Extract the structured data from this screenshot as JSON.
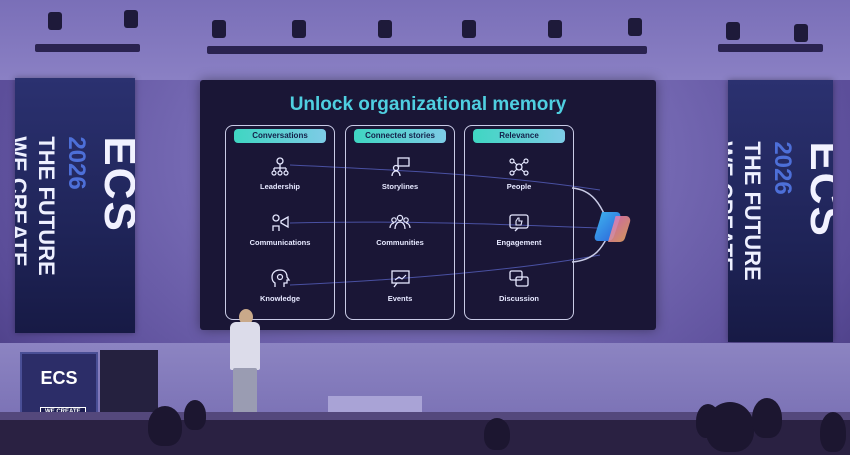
{
  "slide": {
    "title": "Unlock organizational memory",
    "panels": [
      {
        "header": "Conversations",
        "items": [
          "Leadership",
          "Communications",
          "Knowledge"
        ]
      },
      {
        "header": "Connected stories",
        "items": [
          "Storylines",
          "Communities",
          "Events"
        ]
      },
      {
        "header": "Relevance",
        "items": [
          "People",
          "Engagement",
          "Discussion"
        ]
      }
    ]
  },
  "banners": {
    "logo": "ECS",
    "year": "2026",
    "slogan_line1": "THE FUTURE",
    "slogan_line2": "WE CREATE"
  },
  "podium": {
    "logo": "ECS",
    "tag": "WE CREATE"
  },
  "colors": {
    "title_accent": "#4fcfe0",
    "panel_header": "#3fd6c2",
    "room_tint": "#7468b2",
    "banner_bg": "#1f2458"
  }
}
